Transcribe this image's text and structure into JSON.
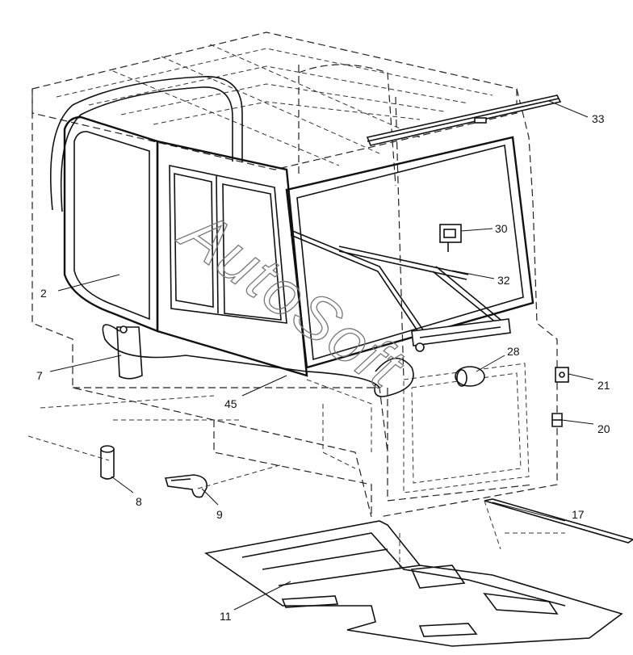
{
  "watermark": "AutoSoft",
  "callouts": [
    {
      "id": "2",
      "label": "2"
    },
    {
      "id": "7",
      "label": "7"
    },
    {
      "id": "8",
      "label": "8"
    },
    {
      "id": "9",
      "label": "9"
    },
    {
      "id": "11",
      "label": "11"
    },
    {
      "id": "17",
      "label": "17"
    },
    {
      "id": "20",
      "label": "20"
    },
    {
      "id": "21",
      "label": "21"
    },
    {
      "id": "28",
      "label": "28"
    },
    {
      "id": "30",
      "label": "30"
    },
    {
      "id": "32",
      "label": "32"
    },
    {
      "id": "33",
      "label": "33"
    },
    {
      "id": "45",
      "label": "45"
    }
  ]
}
